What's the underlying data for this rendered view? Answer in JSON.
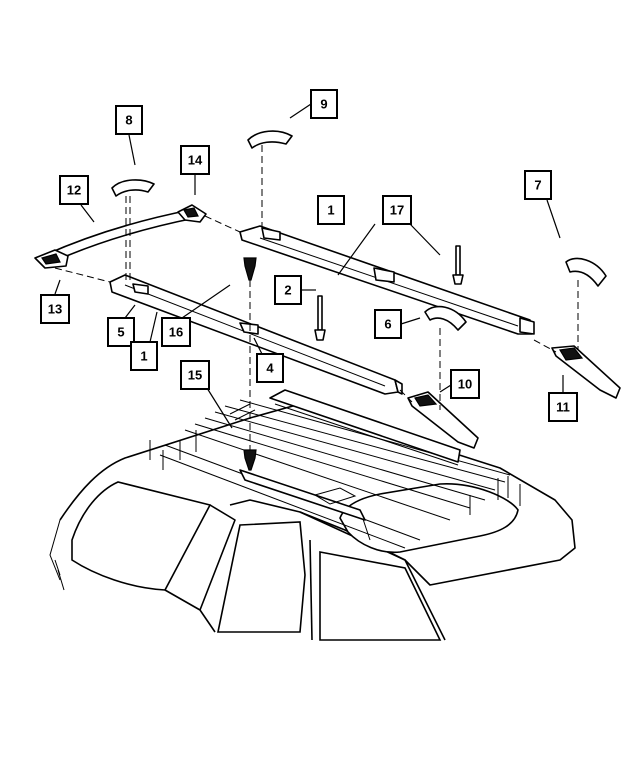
{
  "callouts": [
    {
      "id": "c8",
      "label": "8"
    },
    {
      "id": "c9",
      "label": "9"
    },
    {
      "id": "c14",
      "label": "14"
    },
    {
      "id": "c12",
      "label": "12"
    },
    {
      "id": "c7",
      "label": "7"
    },
    {
      "id": "c1a",
      "label": "1"
    },
    {
      "id": "c17",
      "label": "17"
    },
    {
      "id": "c2",
      "label": "2"
    },
    {
      "id": "c13",
      "label": "13"
    },
    {
      "id": "c5",
      "label": "5"
    },
    {
      "id": "c16",
      "label": "16"
    },
    {
      "id": "c6",
      "label": "6"
    },
    {
      "id": "c1b",
      "label": "1"
    },
    {
      "id": "c4",
      "label": "4"
    },
    {
      "id": "c15",
      "label": "15"
    },
    {
      "id": "c10",
      "label": "10"
    },
    {
      "id": "c11",
      "label": "11"
    }
  ]
}
